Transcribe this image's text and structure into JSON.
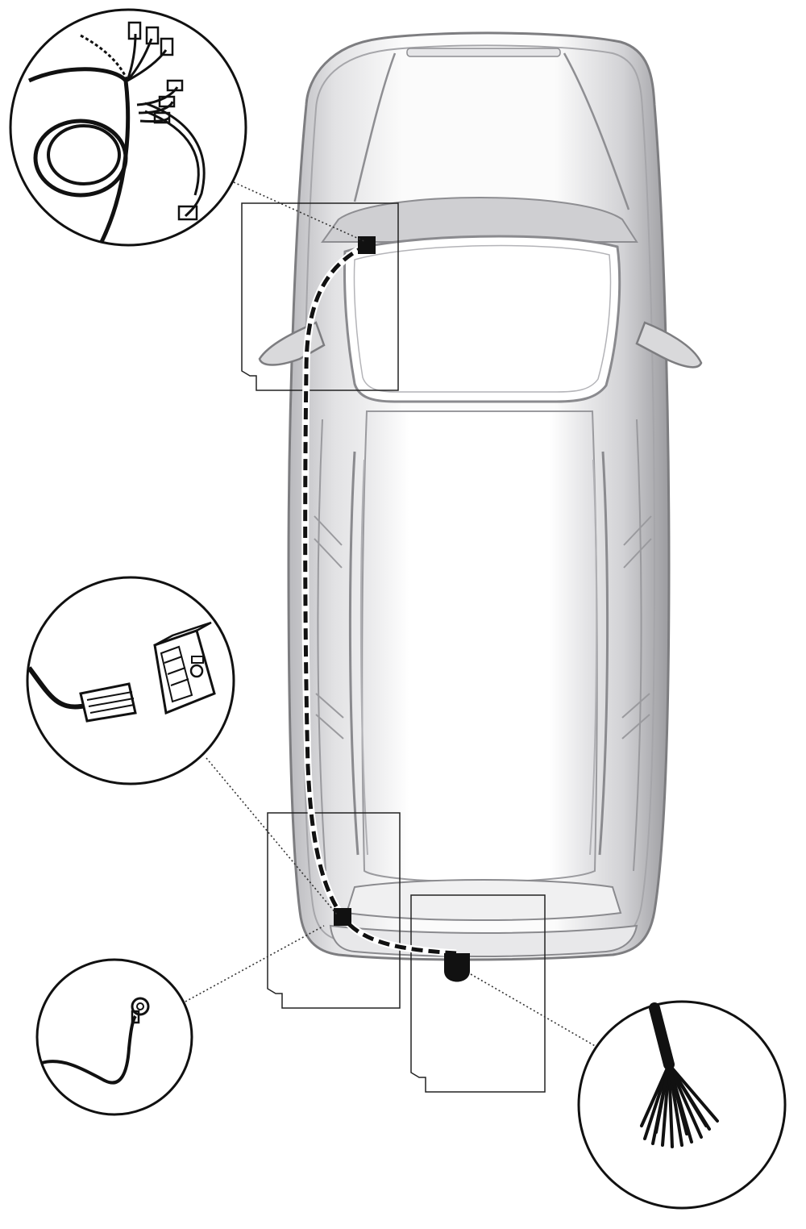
{
  "diagram": {
    "subject": "car-top-view-towbar-wiring",
    "colors": {
      "background": "#ffffff",
      "car_body": "#d9d9db",
      "car_dark": "#9a9a9e",
      "car_light": "#f4f4f5",
      "outline": "#7d7d80",
      "wire": "#111111",
      "leader": "#333333"
    },
    "callouts": [
      {
        "id": "front-harness",
        "icon": "wire-harness-connectors-icon"
      },
      {
        "id": "control-module",
        "icon": "module-and-plug-icon"
      },
      {
        "id": "ground-terminal",
        "icon": "ring-terminal-icon"
      },
      {
        "id": "open-wire-ends",
        "icon": "loose-wire-bundle-icon"
      }
    ]
  }
}
